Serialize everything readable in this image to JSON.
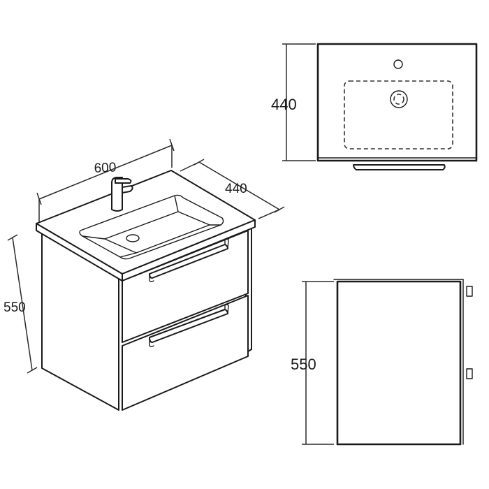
{
  "drawing": {
    "iso_width_label": "600",
    "iso_depth_label": "440",
    "iso_height_label": "550",
    "top_depth_label": "440",
    "side_height_label": "550"
  }
}
